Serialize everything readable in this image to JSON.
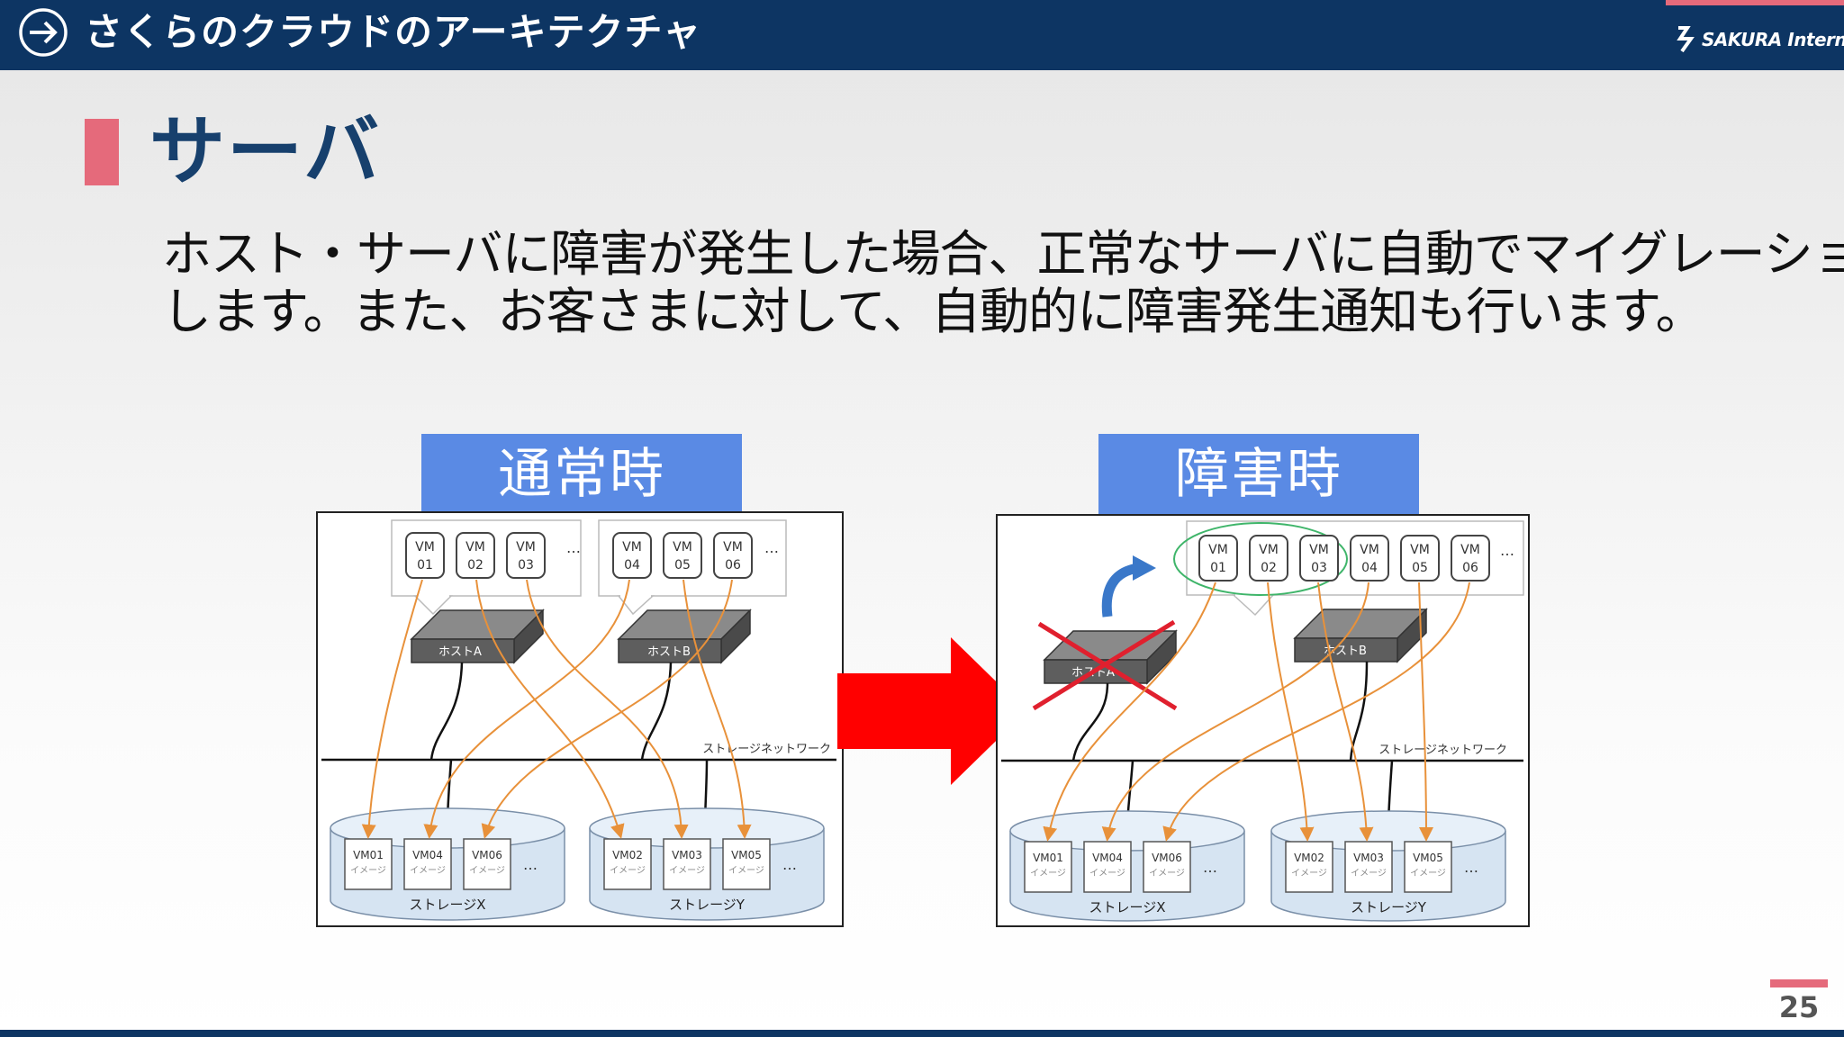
{
  "header": {
    "title": "さくらのクラウドのアーキテクチャ",
    "icon": "arrow-right-circle-icon",
    "logo_text": "SAKURA Internet"
  },
  "section": {
    "title": "サーバ",
    "body_lines": [
      "ホスト・サーバに障害が発生した場合、正常なサーバに自動でマイグレーション",
      "します。また、お客さまに対して、自動的に障害発生通知も行います。"
    ]
  },
  "colors": {
    "header_bg": "#0d3563",
    "accent_pink": "#e56a7b",
    "label_blue": "#5a8ae4",
    "arrow_red": "#ff0000",
    "link_orange": "#e8913a",
    "title_navy": "#17406d"
  },
  "diagram_normal": {
    "label": "通常時",
    "vm_group_a": [
      {
        "line1": "VM",
        "line2": "01"
      },
      {
        "line1": "VM",
        "line2": "02"
      },
      {
        "line1": "VM",
        "line2": "03"
      }
    ],
    "vm_group_b": [
      {
        "line1": "VM",
        "line2": "04"
      },
      {
        "line1": "VM",
        "line2": "05"
      },
      {
        "line1": "VM",
        "line2": "06"
      }
    ],
    "ellipsis": "…",
    "host_a": "ホストA",
    "host_b": "ホストB",
    "network": "ストレージネットワーク",
    "storage_x": {
      "name": "ストレージX",
      "images": [
        {
          "name": "VM01",
          "sub": "イメージ"
        },
        {
          "name": "VM04",
          "sub": "イメージ"
        },
        {
          "name": "VM06",
          "sub": "イメージ"
        }
      ]
    },
    "storage_y": {
      "name": "ストレージY",
      "images": [
        {
          "name": "VM02",
          "sub": "イメージ"
        },
        {
          "name": "VM03",
          "sub": "イメージ"
        },
        {
          "name": "VM05",
          "sub": "イメージ"
        }
      ]
    }
  },
  "diagram_fault": {
    "label": "障害時",
    "vms": [
      {
        "line1": "VM",
        "line2": "01"
      },
      {
        "line1": "VM",
        "line2": "02"
      },
      {
        "line1": "VM",
        "line2": "03"
      },
      {
        "line1": "VM",
        "line2": "04"
      },
      {
        "line1": "VM",
        "line2": "05"
      },
      {
        "line1": "VM",
        "line2": "06"
      }
    ],
    "ellipsis": "…",
    "host_a": "ホストA",
    "host_b": "ホストB",
    "network": "ストレージネットワーク",
    "storage_x": {
      "name": "ストレージX",
      "images": [
        {
          "name": "VM01",
          "sub": "イメージ"
        },
        {
          "name": "VM04",
          "sub": "イメージ"
        },
        {
          "name": "VM06",
          "sub": "イメージ"
        }
      ]
    },
    "storage_y": {
      "name": "ストレージY",
      "images": [
        {
          "name": "VM02",
          "sub": "イメージ"
        },
        {
          "name": "VM03",
          "sub": "イメージ"
        },
        {
          "name": "VM05",
          "sub": "イメージ"
        }
      ]
    }
  },
  "page_number": "25"
}
